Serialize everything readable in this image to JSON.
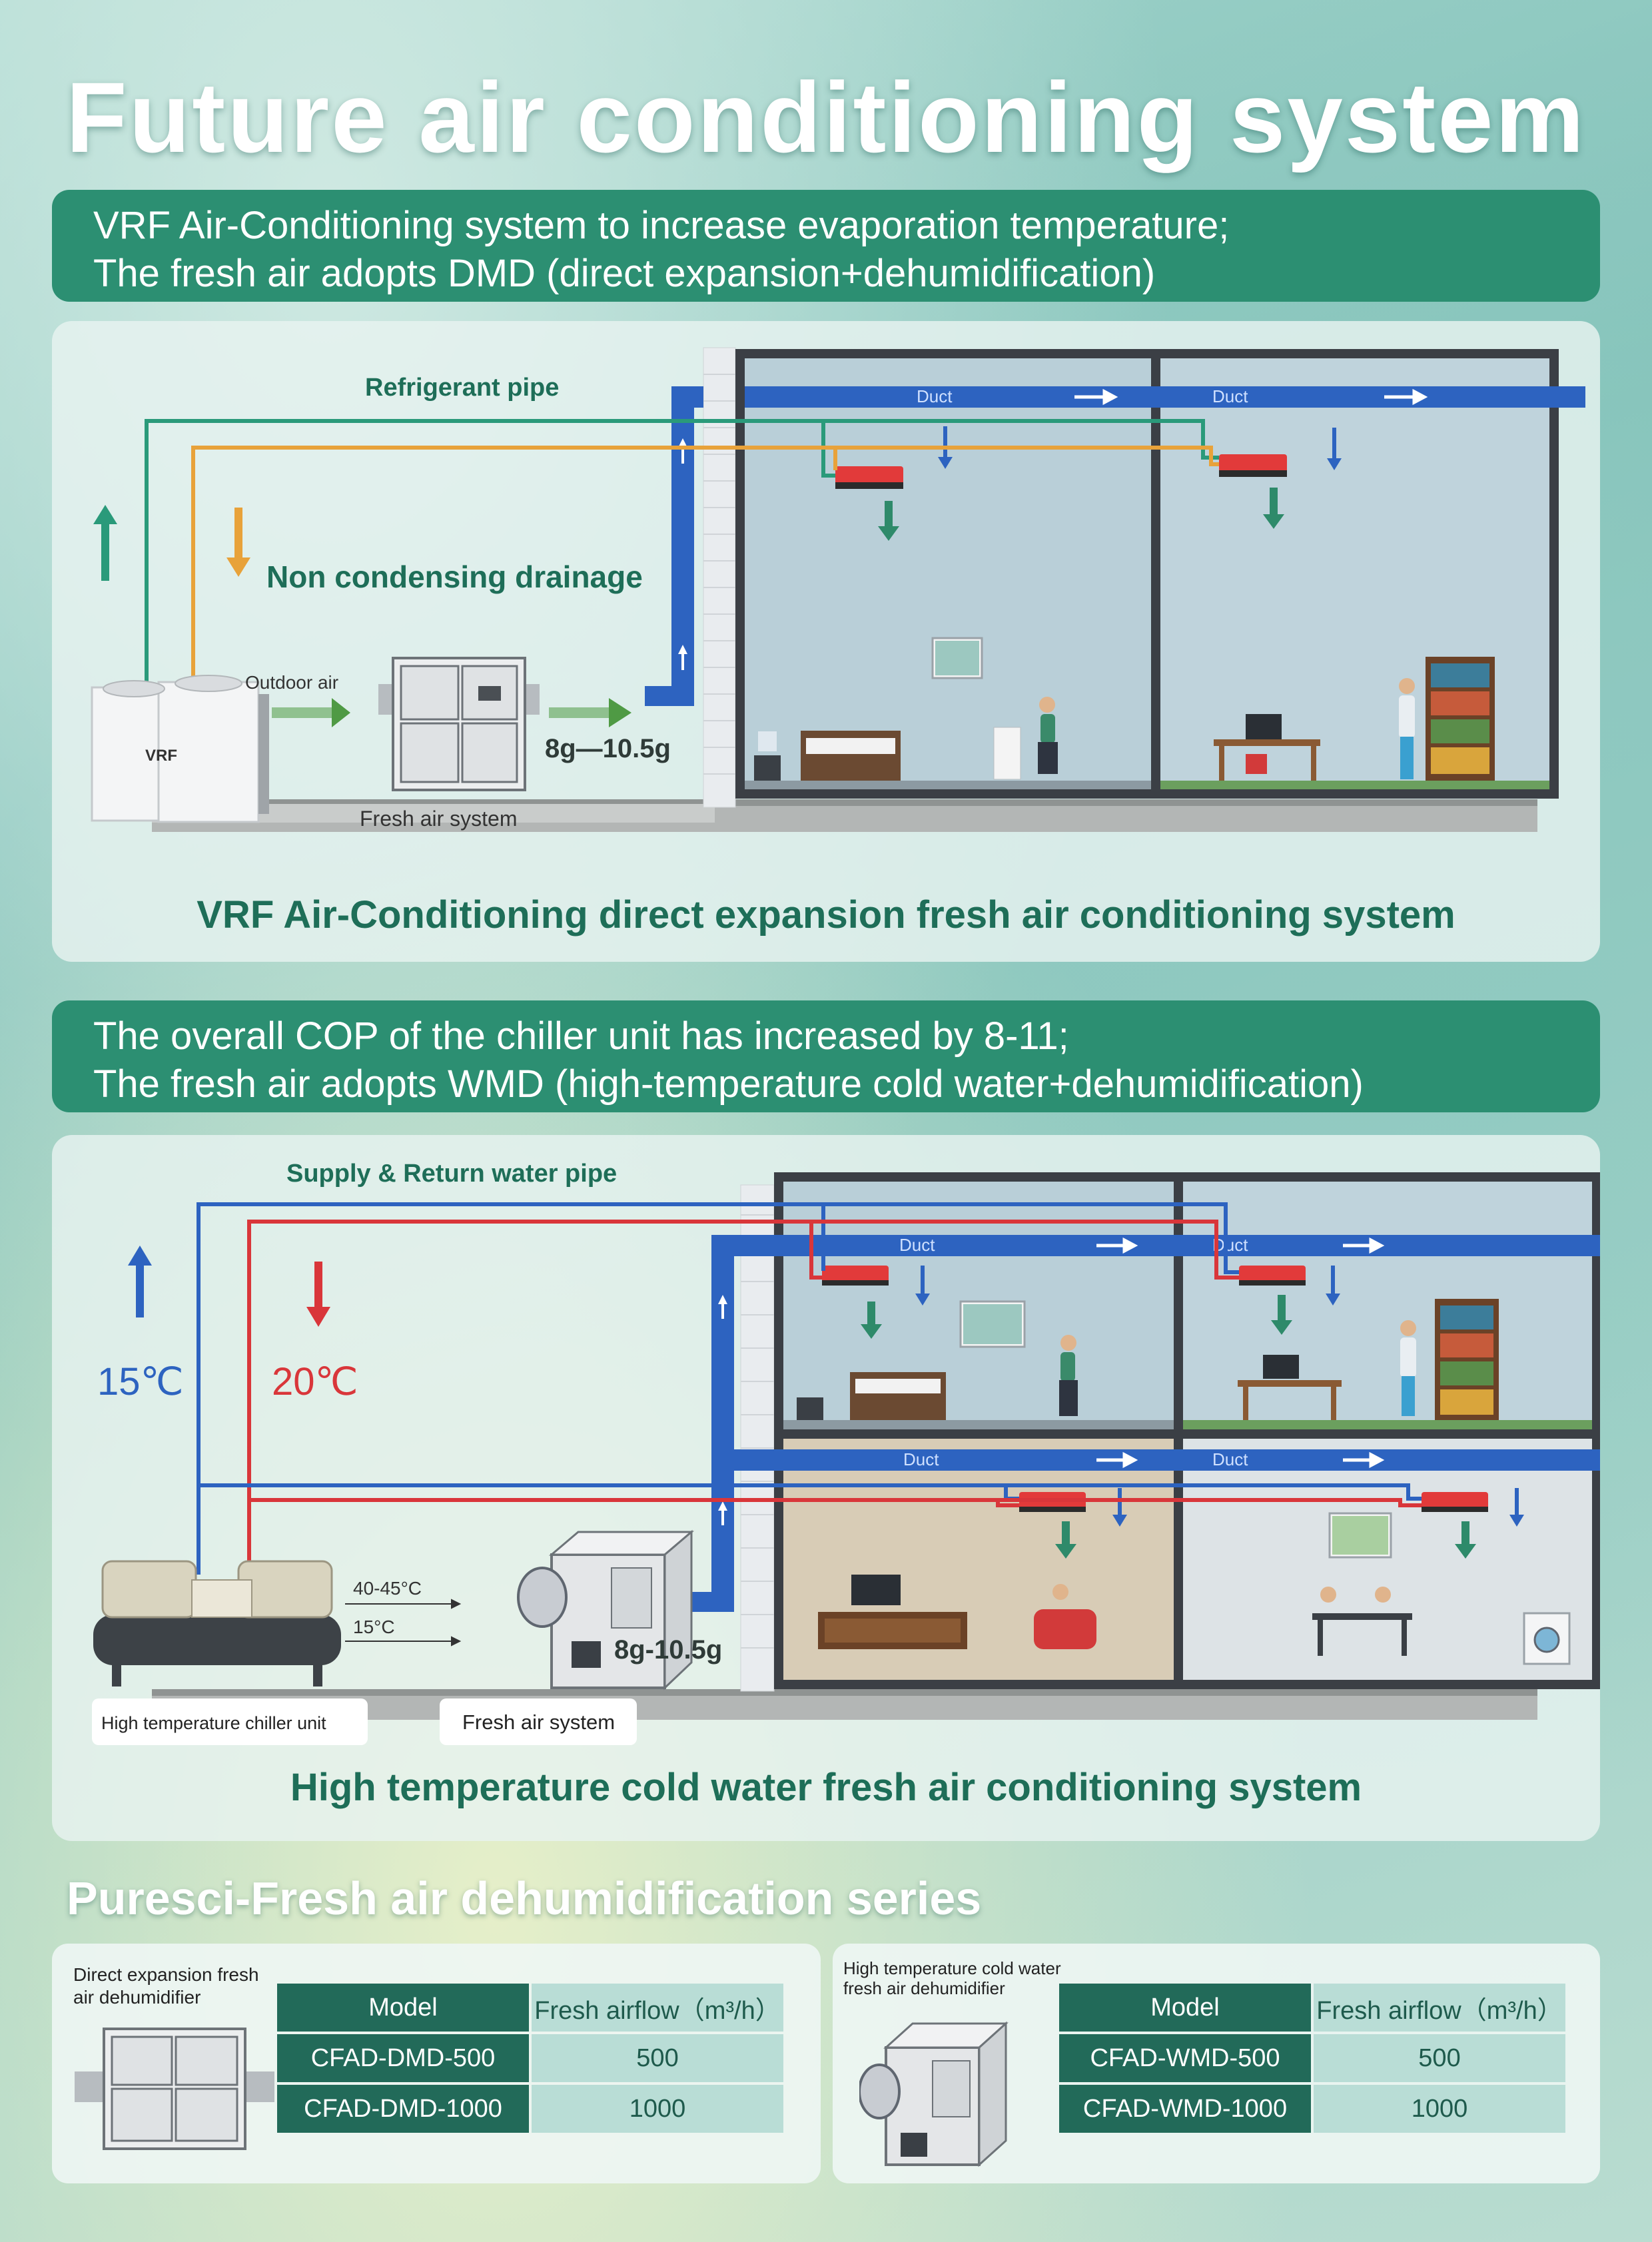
{
  "title": "Future air conditioning system",
  "section1": {
    "banner_line1": "VRF  Air-Conditioning system to increase evaporation temperature;",
    "banner_line2": "The fresh air adopts DMD (direct expansion+dehumidification)",
    "refrigerant_pipe": "Refrigerant pipe",
    "non_condensing": "Non condensing drainage",
    "outdoor_air": "Outdoor air",
    "vrf_label": "VRF",
    "humidity": "8g—10.5g",
    "fresh_air_system": "Fresh air system",
    "duct1": "Duct",
    "duct2": "Duct",
    "caption": "VRF  Air-Conditioning direct expansion fresh air conditioning system"
  },
  "section2": {
    "banner_line1": "The overall COP of the chiller unit has increased by 8-11;",
    "banner_line2": "The fresh air adopts WMD (high-temperature cold water+dehumidification)",
    "water_pipe": "Supply & Return water pipe",
    "temp_supply": "15℃",
    "temp_return": "20℃",
    "water_in": "40-45°C",
    "water_out": "15°C",
    "humidity": "8g-10.5g",
    "chiller_label": "High temperature chiller unit",
    "fresh_air_system": "Fresh air system",
    "duct_top_1": "Duct",
    "duct_top_2": "Duct",
    "duct_bottom_1": "Duct",
    "duct_bottom_2": "Duct",
    "caption": "High temperature cold water fresh air conditioning system"
  },
  "series": {
    "title": "Puresci-Fresh air dehumidification series",
    "card1": {
      "label_line1": "Direct expansion fresh",
      "label_line2": "air dehumidifier",
      "header_model": "Model",
      "header_airflow": "Fresh airflow（m³/h）",
      "rows": [
        {
          "model": "CFAD-DMD-500",
          "airflow": "500"
        },
        {
          "model": "CFAD-DMD-1000",
          "airflow": "1000"
        }
      ]
    },
    "card2": {
      "label_line1": "High temperature cold water",
      "label_line2": "fresh air dehumidifier",
      "header_model": "Model",
      "header_airflow": "Fresh airflow（m³/h）",
      "rows": [
        {
          "model": "CFAD-WMD-500",
          "airflow": "500"
        },
        {
          "model": "CFAD-WMD-1000",
          "airflow": "1000"
        }
      ]
    }
  },
  "colors": {
    "teal": "#2c8f72",
    "duct_blue": "#2d63c0",
    "pipe_green": "#2a9a7a",
    "pipe_orange": "#e8a23a",
    "pipe_red": "#d9363a",
    "arrow_green": "#2e8a6a"
  }
}
